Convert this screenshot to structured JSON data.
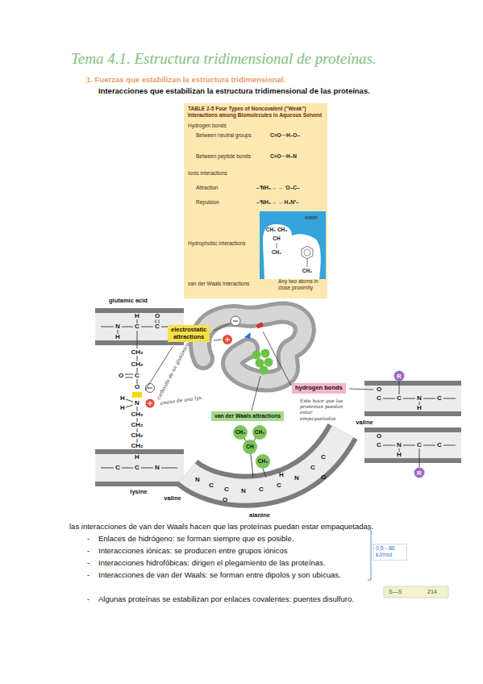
{
  "diagram": {
    "title": "Tema 4.1. Estructura tridimensional de proteínas.",
    "nodes": [
      {
        "text": [
          "TABLE 2-5 Four Types of Noncovalent (\"Weak\") Interactions among Biomolecules in Aqueous Solvent"
        ]
      },
      {
        "text": [
          "electrostatic attractions"
        ]
      },
      {
        "text": [
          "hydrogen bonds"
        ]
      },
      {
        "text": [
          "van der Waals attractions"
        ]
      }
    ],
    "labels": [
      "1. Fuerzas que estabilizan la estructura tridimensional.",
      "Interacciones que estabilizan la estructura tridimensional de las proteínas.",
      "Hydrogen bonds",
      "Between neutral groups",
      "C=O···H–O–",
      "Between peptide bonds",
      "C=O···H–N",
      "Ionic interactions",
      "Attraction",
      "–⁺NH₃ ←→ ⁻O–C–",
      "Repulsion",
      "–⁺NH₃ ←→ H₃N⁺–",
      "Hydrophobic interactions",
      "water",
      "CH₃ CH₃",
      "CH",
      "CH₂",
      "CH₂",
      "van der Waals interactions",
      "Any two atoms in close proximity",
      "glutamic acid",
      "H",
      "O",
      "N",
      "C",
      "C",
      "H",
      "CH₂",
      "CH₂",
      "C",
      "O",
      "O",
      "H",
      "N",
      "H",
      "CH₂",
      "CH₂",
      "CH₂",
      "CH₂",
      "H",
      "C",
      "C",
      "N",
      "lysine",
      "carboxilo de un glutámico",
      "amino de una lys.",
      "R",
      "O",
      "C",
      "C",
      "N",
      "H",
      "C",
      "O",
      "C",
      "N",
      "H",
      "C",
      "C",
      "R",
      "valine",
      "Esto hace que las proteínas puedan estar empaquetadas",
      "CH₃",
      "CH₃",
      "CH",
      "CH₃",
      "N",
      "C",
      "C",
      "O",
      "N",
      "C",
      "C",
      "H",
      "N",
      "C",
      "O",
      "C",
      "valine",
      "alanine",
      "las interacciones de van der Waals hacen que las proteínas puedan estar empaquetadas.",
      "-",
      "Enlaces de hidrógeno: se forman siempre que es posible.",
      "-",
      "Interacciones iónicas: se producen entre grupos iónicos",
      "-",
      "Interacciones hidrofóbicas: dirigen el plegamiento de las proteínas.",
      "-",
      "Interacciones de van der Waals: se forman entre dipolos y son ubicuas.",
      "-",
      "Algunas proteínas se estabilizan por enlaces covalentes: puentes disulfuro.",
      "0,5 - 86 kJ/mol",
      "S—S",
      "214"
    ]
  }
}
